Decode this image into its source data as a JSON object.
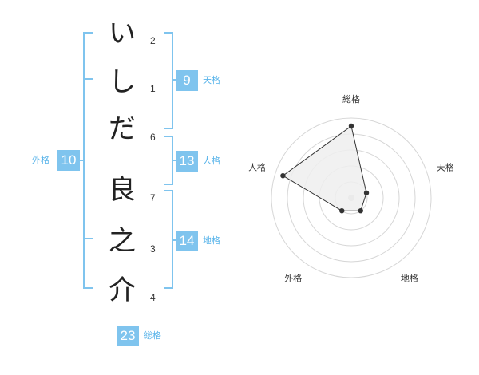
{
  "name": {
    "family": [
      {
        "char": "い",
        "strokes": "2"
      },
      {
        "char": "し",
        "strokes": "1"
      },
      {
        "char": "だ",
        "strokes": "6"
      }
    ],
    "given": [
      {
        "char": "良",
        "strokes": "7"
      },
      {
        "char": "之",
        "strokes": "3"
      },
      {
        "char": "介",
        "strokes": "4"
      }
    ]
  },
  "fortune": {
    "tenkaku": {
      "value": "9",
      "label": "天格"
    },
    "jinkaku": {
      "value": "13",
      "label": "人格"
    },
    "chikaku": {
      "value": "14",
      "label": "地格"
    },
    "gaikaku": {
      "value": "10",
      "label": "外格"
    },
    "soukaku": {
      "value": "23",
      "label": "総格"
    }
  },
  "chart_data": {
    "type": "radar",
    "axes": [
      "総格",
      "天格",
      "地格",
      "外格",
      "人格"
    ],
    "values": [
      4.5,
      1.0,
      1.0,
      1.0,
      4.5
    ],
    "range": [
      0,
      5
    ],
    "rings": 5,
    "fill_color": "#efefef",
    "line_color": "#333333",
    "ring_color": "#d6d6d6",
    "accent": "#7fc4ee"
  }
}
